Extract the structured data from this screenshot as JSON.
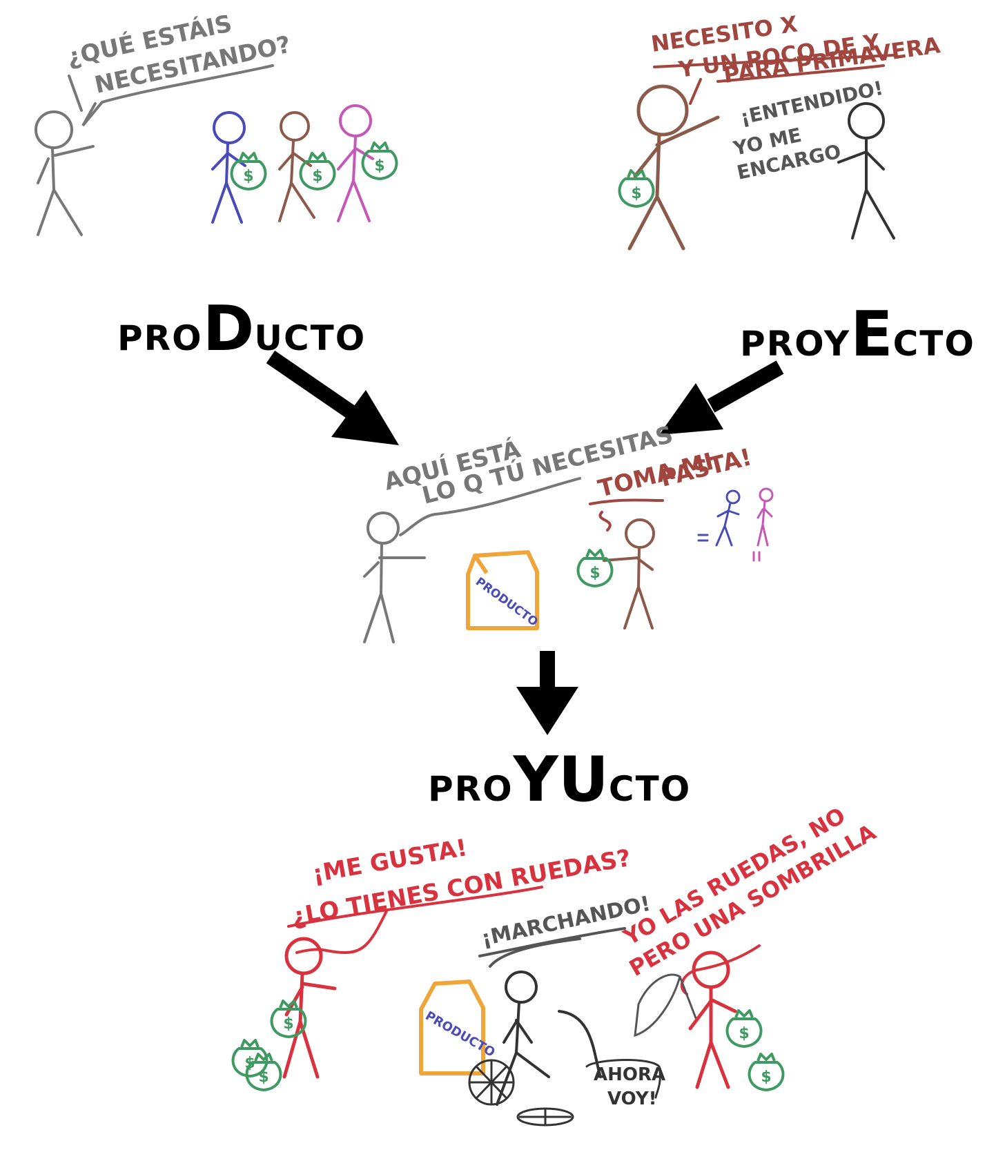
{
  "colors": {
    "grey": "#777777",
    "blue": "#4a4ab8",
    "brown": "#8b5a4a",
    "magenta": "#c457b8",
    "green": "#3f9a62",
    "red": "#d8323f",
    "orange": "#f0a53a",
    "dark": "#333333",
    "black": "#000000"
  },
  "panel1": {
    "speech_line1": "¿QUÉ ESTÁIS",
    "speech_line2": "NECESITANDO?"
  },
  "panel2": {
    "client_line1": "NECESITO X",
    "client_line2": "Y UN POCO DE Y",
    "client_line3": "PARA PRIMAVERA",
    "provider_line1": "¡ENTENDIDO!",
    "provider_line2": "YO ME",
    "provider_line3": "ENCARGO"
  },
  "words": {
    "producto": {
      "a": "PRO",
      "b": "D",
      "c": "UCTO"
    },
    "proyecto": {
      "a": "PROY",
      "b": "E",
      "c": "CTO"
    },
    "proyucto": {
      "a": "PRO",
      "b": "YU",
      "c": "CTO"
    }
  },
  "panel3": {
    "seller_line1": "AQUÍ ESTÁ",
    "seller_line2": "LO Q TÚ NECESITAS",
    "buyer_line1": "TOMA MI",
    "buyer_line2": "PASTA!",
    "box_label": "PRODUCTO"
  },
  "panel4": {
    "client_line1": "¡ME GUSTA!",
    "client_line2": "¿LO TIENES CON RUEDAS?",
    "worker_text": "¡MARCHANDO!",
    "client2_line1": "YO LAS RUEDAS, NO",
    "client2_line2": "PERO UNA SOMBRILLA",
    "worker2_line1": "AHORA",
    "worker2_line2": "VOY!",
    "box_label": "PRODUCTO"
  },
  "icons": {
    "money": "money-bag-icon",
    "arrow": "arrow-icon",
    "box": "box-icon",
    "umbrella": "umbrella-icon",
    "wheel": "wheel-icon"
  }
}
